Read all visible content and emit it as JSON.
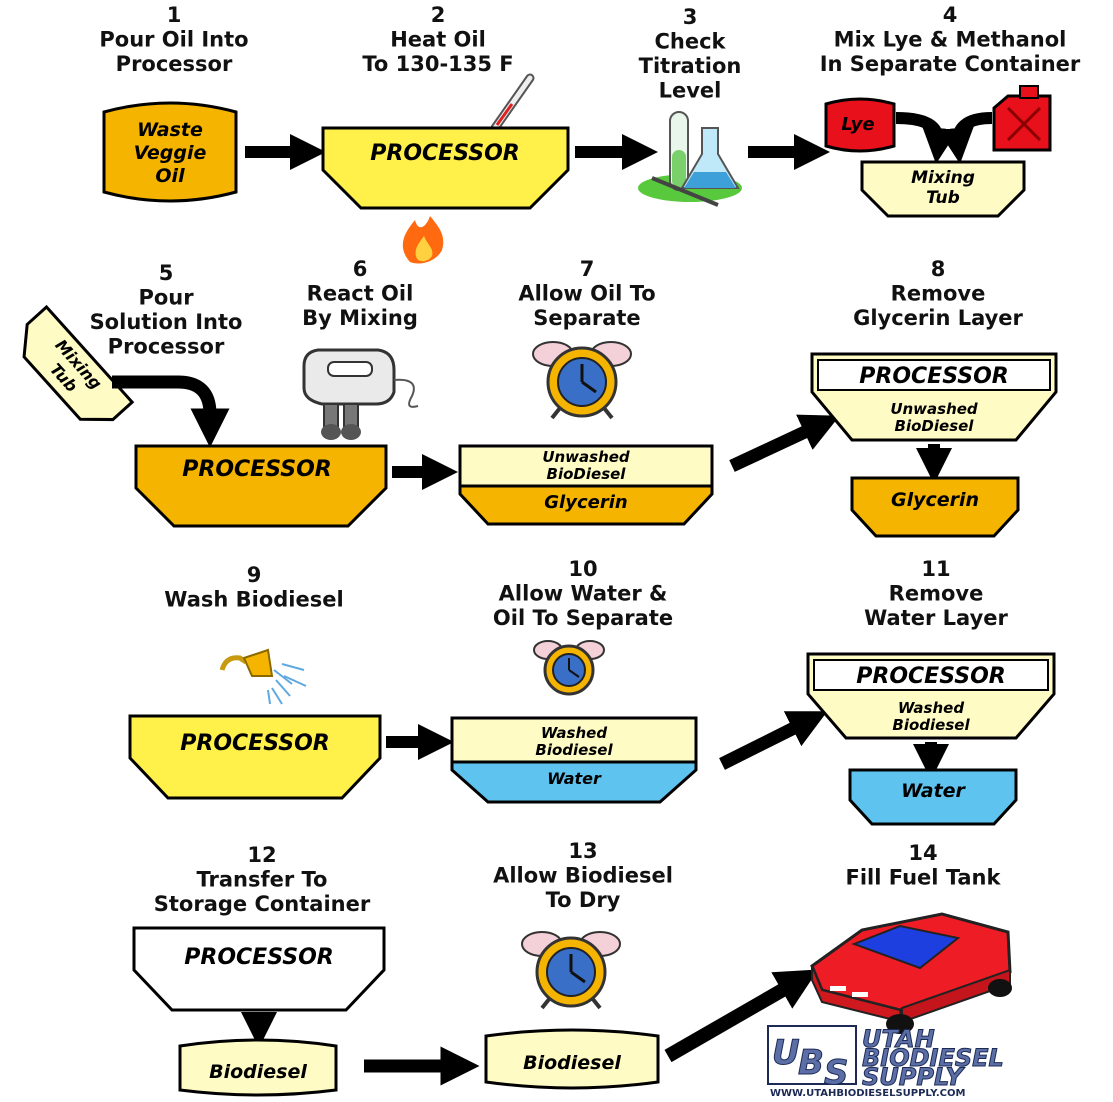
{
  "steps": [
    {
      "number": "1",
      "lines": [
        "Pour Oil Into",
        "Processor"
      ]
    },
    {
      "number": "2",
      "lines": [
        "Heat Oil",
        "To 130-135 F"
      ]
    },
    {
      "number": "3",
      "lines": [
        "Check",
        "Titration",
        "Level"
      ]
    },
    {
      "number": "4",
      "lines": [
        "Mix Lye & Methanol",
        "In Separate Container"
      ]
    },
    {
      "number": "5",
      "lines": [
        "Pour",
        "Solution Into",
        "Processor"
      ]
    },
    {
      "number": "6",
      "lines": [
        "React Oil",
        "By Mixing"
      ]
    },
    {
      "number": "7",
      "lines": [
        "Allow Oil To",
        "Separate"
      ]
    },
    {
      "number": "8",
      "lines": [
        "Remove",
        "Glycerin Layer"
      ]
    },
    {
      "number": "9",
      "lines": [
        "Wash Biodiesel"
      ]
    },
    {
      "number": "10",
      "lines": [
        "Allow Water &",
        "Oil To Separate"
      ]
    },
    {
      "number": "11",
      "lines": [
        "Remove",
        "Water Layer"
      ]
    },
    {
      "number": "12",
      "lines": [
        "Transfer To",
        "Storage Container"
      ]
    },
    {
      "number": "13",
      "lines": [
        "Allow Biodiesel",
        "To Dry"
      ]
    },
    {
      "number": "14",
      "lines": [
        "Fill Fuel Tank"
      ]
    }
  ],
  "labels": {
    "waste_oil": [
      "Waste",
      "Veggie",
      "Oil"
    ],
    "processor": "PROCESSOR",
    "lye": "Lye",
    "mixing_tub": [
      "Mixing",
      "Tub"
    ],
    "unwashed_biodiesel": [
      "Unwashed",
      "BioDiesel"
    ],
    "glycerin": "Glycerin",
    "washed_biodiesel": [
      "Washed",
      "Biodiesel"
    ],
    "water": "Water",
    "biodiesel": "Biodiesel"
  },
  "logo": {
    "monogram": [
      "U",
      "B",
      "S"
    ],
    "name_lines": [
      "UTAH",
      "BIODIESEL",
      "SUPPLY"
    ],
    "url": "WWW.UTAHBIODIESELSUPPLY.COM"
  },
  "colors": {
    "orange": "#f5b400",
    "yellow": "#fff04a",
    "cream": "#fffbc4",
    "water": "#5fc3f0",
    "lye_red": "#e8101a",
    "car_red": "#ee1c24",
    "car_blue": "#1e3fe0"
  }
}
